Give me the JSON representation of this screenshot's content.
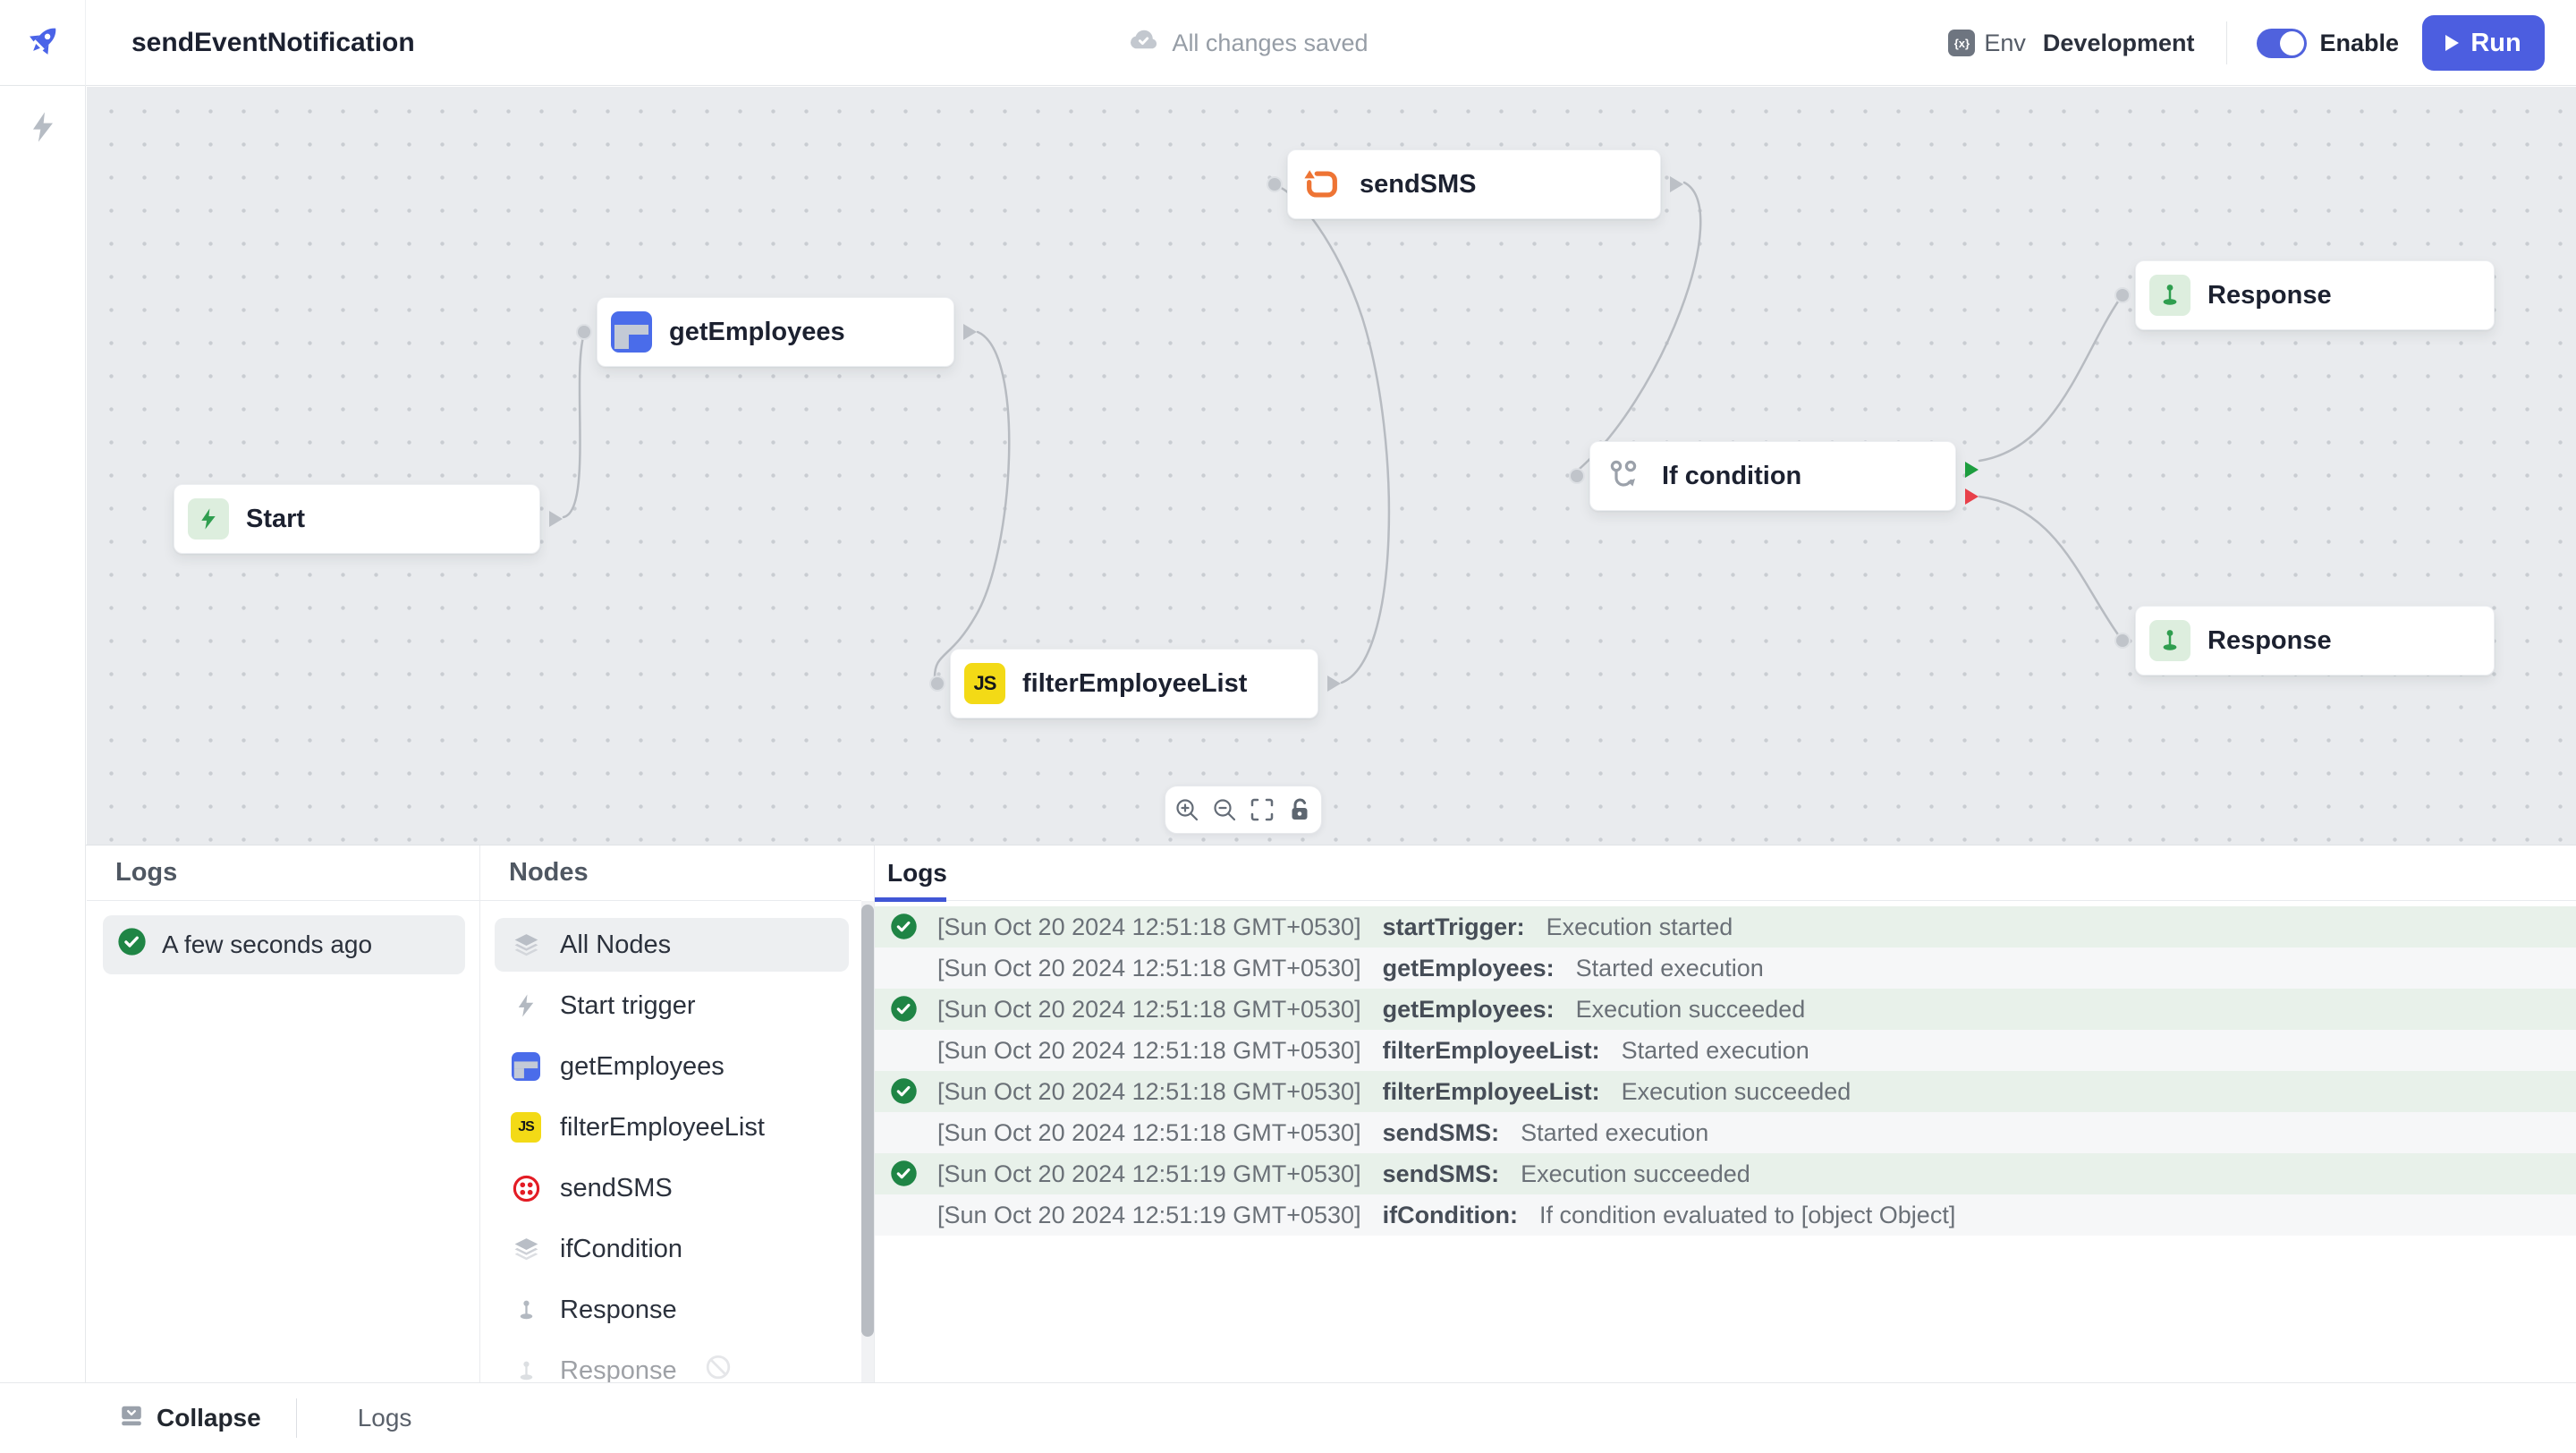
{
  "header": {
    "title": "sendEventNotification",
    "saved_status": "All changes saved",
    "env_icon_glyph": "{x}",
    "env_label": "Env",
    "env_value": "Development",
    "enable_label": "Enable",
    "run_label": "Run"
  },
  "canvas": {
    "nodes": [
      {
        "id": "start",
        "label": "Start",
        "icon": "lightning-icon"
      },
      {
        "id": "getEmployees",
        "label": "getEmployees",
        "icon": "table-icon"
      },
      {
        "id": "sendSMS",
        "label": "sendSMS",
        "icon": "loop-icon"
      },
      {
        "id": "filterEmployeeList",
        "label": "filterEmployeeList",
        "icon": "js-icon"
      },
      {
        "id": "ifCondition",
        "label": "If condition",
        "icon": "branch-icon"
      },
      {
        "id": "responseTrue",
        "label": "Response",
        "icon": "pin-icon"
      },
      {
        "id": "responseFalse",
        "label": "Response",
        "icon": "pin-icon"
      }
    ]
  },
  "runs_panel": {
    "title": "Logs",
    "runs": [
      {
        "label": "A few seconds ago",
        "status": "success"
      }
    ]
  },
  "nodes_panel": {
    "title": "Nodes",
    "items": [
      {
        "label": "All Nodes",
        "icon": "layers-icon",
        "selected": true
      },
      {
        "label": "Start trigger",
        "icon": "lightning-icon"
      },
      {
        "label": "getEmployees",
        "icon": "table-icon"
      },
      {
        "label": "filterEmployeeList",
        "icon": "js-icon"
      },
      {
        "label": "sendSMS",
        "icon": "twilio-icon"
      },
      {
        "label": "ifCondition",
        "icon": "layers-icon"
      },
      {
        "label": "Response",
        "icon": "pin-icon"
      },
      {
        "label": "Response",
        "icon": "pin-icon",
        "disabled": true
      }
    ]
  },
  "log_panel": {
    "tab": "Logs",
    "entries": [
      {
        "time": "[Sun Oct 20 2024 12:51:18 GMT+0530]",
        "node": "startTrigger:",
        "message": "Execution started",
        "success": true
      },
      {
        "time": "[Sun Oct 20 2024 12:51:18 GMT+0530]",
        "node": "getEmployees:",
        "message": "Started execution",
        "success": false
      },
      {
        "time": "[Sun Oct 20 2024 12:51:18 GMT+0530]",
        "node": "getEmployees:",
        "message": "Execution succeeded",
        "success": true
      },
      {
        "time": "[Sun Oct 20 2024 12:51:18 GMT+0530]",
        "node": "filterEmployeeList:",
        "message": "Started execution",
        "success": false
      },
      {
        "time": "[Sun Oct 20 2024 12:51:18 GMT+0530]",
        "node": "filterEmployeeList:",
        "message": "Execution succeeded",
        "success": true
      },
      {
        "time": "[Sun Oct 20 2024 12:51:18 GMT+0530]",
        "node": "sendSMS:",
        "message": "Started execution",
        "success": false
      },
      {
        "time": "[Sun Oct 20 2024 12:51:19 GMT+0530]",
        "node": "sendSMS:",
        "message": "Execution succeeded",
        "success": true
      },
      {
        "time": "[Sun Oct 20 2024 12:51:19 GMT+0530]",
        "node": "ifCondition:",
        "message": "If condition evaluated to [object Object]",
        "success": false
      }
    ]
  },
  "footer": {
    "collapse_label": "Collapse",
    "logs_label": "Logs"
  },
  "colors": {
    "accent_blue": "#4c5ee0",
    "tab_underline": "#4056d6",
    "success_green": "#1f8545",
    "success_row_bg": "#e8f1ea",
    "true_green": "#1d9d3f",
    "false_red": "#e8404a",
    "twilio_red": "#e31c25",
    "js_yellow": "#f3da16",
    "loop_orange": "#ee7434",
    "table_blue": "#4a6cea"
  }
}
